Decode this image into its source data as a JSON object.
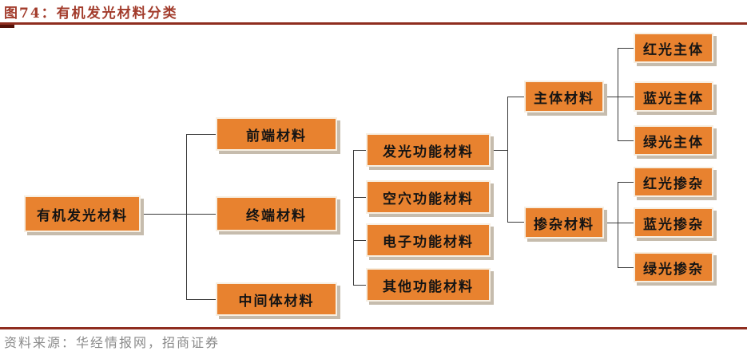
{
  "header": {
    "title": "图74：有机发光材料分类"
  },
  "footer": {
    "source": "资料来源：华经情报网，招商证券"
  },
  "tree": {
    "root": {
      "label": "有机发光材料"
    },
    "level2": [
      {
        "label": "前端材料"
      },
      {
        "label": "终端材料"
      },
      {
        "label": "中间体材料"
      }
    ],
    "level3": [
      {
        "label": "发光功能材料"
      },
      {
        "label": "空穴功能材料"
      },
      {
        "label": "电子功能材料"
      },
      {
        "label": "其他功能材料"
      }
    ],
    "level4": [
      {
        "label": "主体材料"
      },
      {
        "label": "掺杂材料"
      }
    ],
    "level5": [
      {
        "label": "红光主体"
      },
      {
        "label": "蓝光主体"
      },
      {
        "label": "绿光主体"
      },
      {
        "label": "红光掺杂"
      },
      {
        "label": "蓝光掺杂"
      },
      {
        "label": "绿光掺杂"
      }
    ]
  },
  "colors": {
    "box_fill": "#E8822F",
    "box_border": "#F7EFE2",
    "box_shadow": "#C6BCAD",
    "title_text": "#A23B2B",
    "rule": "#8F2D1F",
    "connector": "#3A3A3A",
    "source_text": "#8A8A8A"
  }
}
